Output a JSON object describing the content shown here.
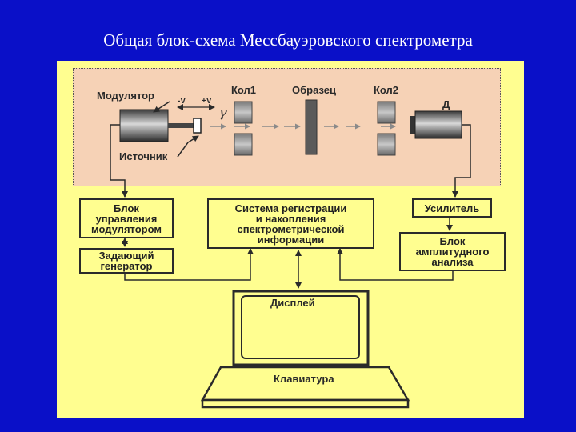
{
  "title": "Общая блок-схема Мессбауэровского спектрометра",
  "labels": {
    "modulator": "Модулятор",
    "minus_v": "-V",
    "plus_v": "+V",
    "gamma": "γ",
    "source": "Источник",
    "col1": "Кол1",
    "sample": "Образец",
    "col2": "Кол2",
    "detector": "Д"
  },
  "blocks": {
    "modulator_control": "Блок\nуправления\nмодулятором",
    "master_generator": "Задающий\nгенератор",
    "registration": "Система регистрации\nи накопления\nспектрометрической\nинформации",
    "amplifier": "Усилитель",
    "amplitude_analysis": "Блок\nамплитудного\nанализа",
    "display": "Дисплей",
    "keyboard": "Клавиатура"
  },
  "colors": {
    "background": "#0a10c8",
    "panel": "#fffe90",
    "chamber": "#f6d2b6",
    "line": "#2a2a2a"
  }
}
